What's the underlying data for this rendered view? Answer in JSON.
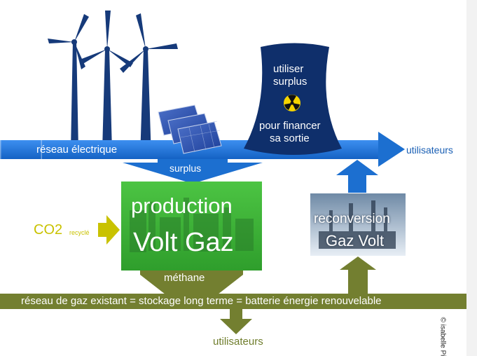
{
  "labels": {
    "electric_grid": "réseau électrique",
    "surplus": "surplus",
    "users_top": "utilisateurs",
    "plant_line1": "utiliser",
    "plant_line2": "surplus",
    "plant_line3": "pour financer",
    "plant_line4": "sa sortie",
    "production_line1": "production",
    "production_line2": "Volt Gaz",
    "co2": "CO2",
    "co2_sub": "recyclé",
    "reconversion_line1": "reconversion",
    "reconversion_line2": "Gaz Volt",
    "methane": "méthane",
    "gas_network": "réseau de gaz existant = stockage long terme = batterie énergie renouvelable",
    "users_bottom": "utilisateurs",
    "copyright": "© isabelle Pi"
  },
  "colors": {
    "electric_blue": "#1c6fd0",
    "gas_olive": "#737f30",
    "production_green": "#3fb83a",
    "plant_navy": "#0f2f6b",
    "turbine_navy": "#163a7a",
    "co2_yellow": "#c9c200",
    "radiation_yellow": "#f5d400"
  },
  "icons": {
    "radiation": "radiation-icon",
    "wind": "wind-turbine-icon",
    "solar": "solar-panel-icon"
  }
}
